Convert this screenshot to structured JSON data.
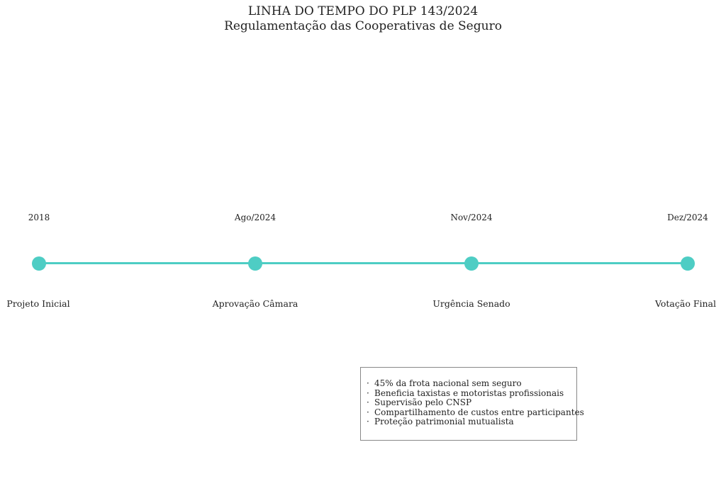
{
  "header": {
    "title": "LINHA DO TEMPO DO PLP 143/2024",
    "subtitle": "Regulamentação das Cooperativas de Seguro"
  },
  "colors": {
    "accent": "#4ECDC4",
    "text": "#222222",
    "box_border": "#888888"
  },
  "milestones": [
    {
      "date": "2018",
      "label": "Projeto Inicial"
    },
    {
      "date": "Ago/2024",
      "label": "Aprovação Câmara"
    },
    {
      "date": "Nov/2024",
      "label": "Urgência Senado"
    },
    {
      "date": "Dez/2024",
      "label": "Votação Final"
    }
  ],
  "info_box": {
    "bullet": "·",
    "items": [
      "45% da frota nacional sem seguro",
      "Beneficia taxistas e motoristas profissionais",
      "Supervisão pelo CNSP",
      "Compartilhamento de custos entre participantes",
      "Proteção patrimonial mutualista"
    ]
  }
}
